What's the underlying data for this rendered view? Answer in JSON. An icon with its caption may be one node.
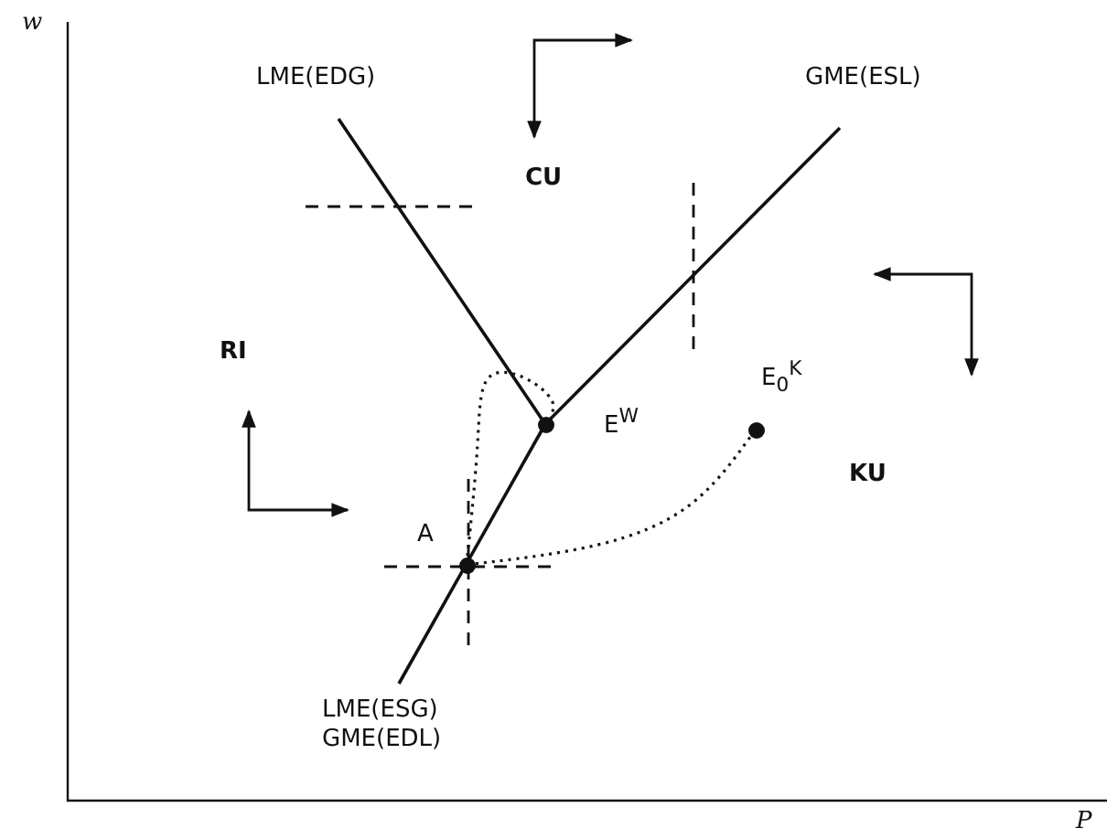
{
  "diagram": {
    "nodes": [
      {
        "text": [],
        "shape": "circle",
        "beside": [
          "A"
        ]
      },
      {
        "text": [],
        "shape": "circle",
        "beside": [
          "E$^{W}$"
        ]
      },
      {
        "text": [],
        "shape": "circle",
        "beside": [
          "E$_{0}$$^{K}$"
        ]
      }
    ],
    "edges": [
      {
        "from": 0,
        "to": 1,
        "arrow": "none",
        "style": "dashed"
      },
      {
        "from": 0,
        "to": 2,
        "arrow": "none",
        "style": "dashed"
      }
    ],
    "labels": [
      "w",
      "LME(EDG)",
      "GME(ESL)",
      "CU",
      "RI",
      "KU",
      "LME(ESG)",
      "GME(EDL)",
      "P"
    ]
  }
}
